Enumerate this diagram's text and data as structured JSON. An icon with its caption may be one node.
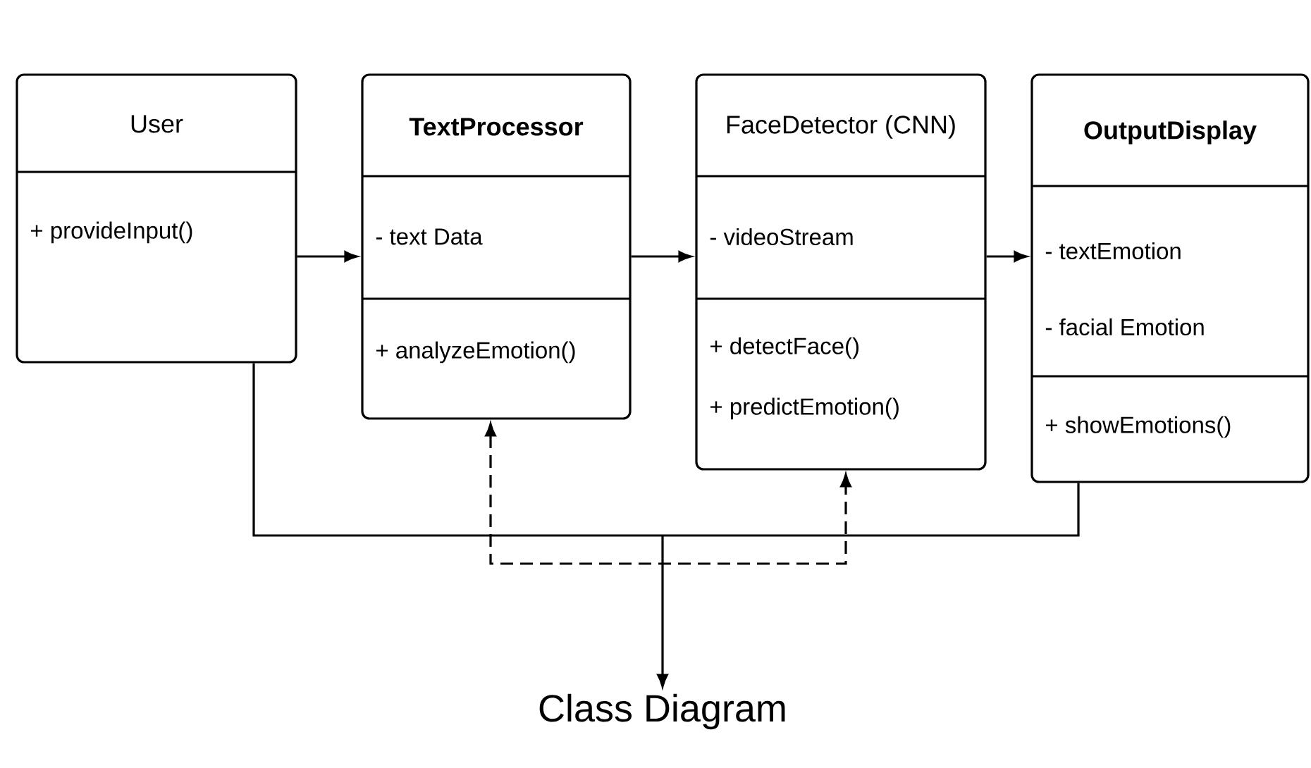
{
  "diagram": {
    "nodes": [
      {
        "text": [
          "User",
          "+ provideInput()"
        ]
      },
      {
        "text": [
          "TextProcessor",
          "- text Data",
          "+ analyzeEmotion()"
        ]
      },
      {
        "text": [
          "FaceDetector (CNN)",
          "- videoStream",
          "+ detectFace()",
          "+ predictEmotion()"
        ]
      },
      {
        "text": [
          "OutputDisplay",
          "- textEmotion",
          "- facial Emotion",
          "+ showEmotions()"
        ]
      },
      {
        "text": [
          "Class Diagram"
        ]
      }
    ],
    "edges": [
      {
        "from": 0,
        "to": 1,
        "arrow": "to"
      },
      {
        "from": 1,
        "to": 2,
        "arrow": "to"
      },
      {
        "from": 2,
        "to": 3,
        "arrow": "to"
      },
      {
        "from": 0,
        "to": 3,
        "arrow": "none"
      },
      {
        "from": 1,
        "to": 2,
        "arrow": "both",
        "style": "dashed"
      },
      {
        "from": null,
        "to": 4,
        "arrow": "to"
      }
    ]
  }
}
